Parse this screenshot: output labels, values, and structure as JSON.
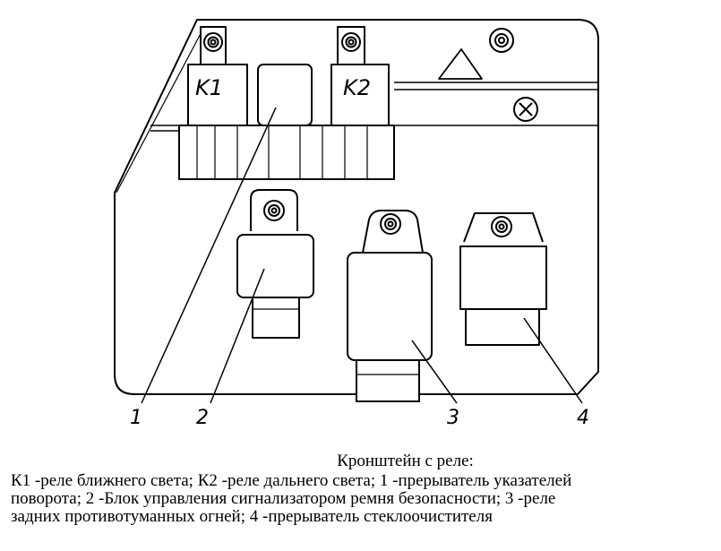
{
  "diagram": {
    "relay_labels": {
      "k1": "K1",
      "k2": "K2"
    },
    "callouts": [
      "1",
      "2",
      "3",
      "4"
    ]
  },
  "caption": {
    "title": "Кронштейн с реле:",
    "lines": [
      "К1 -реле ближнего света; К2 -реле дальнего света; 1 -прерыватель указателей",
      "поворота; 2 -Блок управления сигнализатором ремня безопасности; 3 -реле",
      "задних противотуманных огней;  4 -прерыватель стеклоочистителя"
    ]
  }
}
